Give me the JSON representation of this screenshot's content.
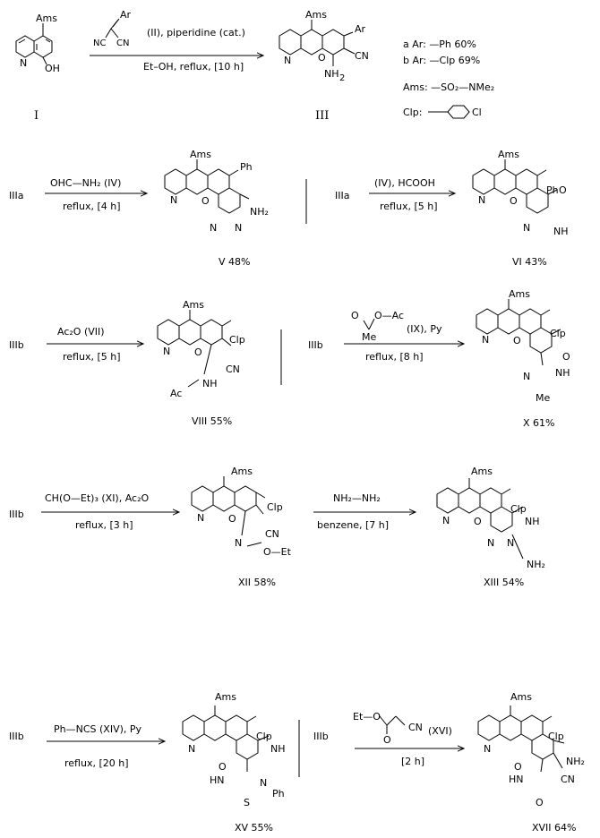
{
  "top": {
    "start_label": "I",
    "start_sub": "OH",
    "ams": "Ams",
    "reagent_ar": "Ar",
    "reagent_nc1": "NC",
    "reagent_nc2": "CN",
    "cond1": "(II), piperidine (cat.)",
    "cond2": "Et–OH, reflux,  [10 h]",
    "prod_label": "III",
    "prod_ar": "Ar",
    "prod_cn": "CN",
    "prod_nh2": "NH",
    "prod_nh2_sub": "2",
    "legend_a": "a Ar:  —Ph    60%",
    "legend_b": "b Ar:  —Clp   69%",
    "legend_ams": "Ams:  —SO₂—NMe₂",
    "legend_clp": "Clp:",
    "legend_cl": "Cl"
  },
  "r2": {
    "left_start": "IIIa",
    "left_cond1": "OHC—NH₂     (IV)",
    "left_cond2": "reflux,  [4 h]",
    "left_ph": "Ph",
    "left_nh2": "NH₂",
    "left_label": "V 48%",
    "right_start": "IIIa",
    "right_cond1": "(IV), HCOOH",
    "right_cond2": "reflux,  [5 h]",
    "right_ph": "Ph",
    "right_o": "O",
    "right_nh": "NH",
    "right_label": "VI 43%"
  },
  "r3": {
    "left_start": "IIIb",
    "left_cond1": "Ac₂O    (VII)",
    "left_cond2": "reflux,  [5 h]",
    "left_clp": "Clp",
    "left_cn": "CN",
    "left_nh": "NH",
    "left_ac": "Ac",
    "left_label": "VIII 55%",
    "right_start": "IIIb",
    "right_reag_o": "O",
    "right_reag_oac": "O—Ac",
    "right_reag_me": "Me",
    "right_cond1": "(IX), Py",
    "right_cond2": "reflux,  [8 h]",
    "right_clp": "Clp",
    "right_o": "O",
    "right_nh": "NH",
    "right_me": "Me",
    "right_label": "X 61%"
  },
  "r4": {
    "left_start": "IIIb",
    "left_cond1": "CH(O—Et)₃   (XI), Ac₂O",
    "left_cond2": "reflux,  [3 h]",
    "left_clp": "Clp",
    "left_cn": "CN",
    "left_oet": "O—Et",
    "left_label": "XII 58%",
    "right_cond1": "NH₂—NH₂",
    "right_cond2": "benzene,  [7 h]",
    "right_clp": "Clp",
    "right_nh": "NH",
    "right_nnh2": "NH₂",
    "right_label": "XIII 54%"
  },
  "r5": {
    "left_start": "IIIb",
    "left_cond1": "Ph—NCS   (XIV), Py",
    "left_cond2": "reflux,  [20 h]",
    "left_clp": "Clp",
    "left_nh": "NH",
    "left_hn": "HN",
    "left_s": "S",
    "left_ph": "Ph",
    "left_label": "XV 55%",
    "right_start": "IIIb",
    "right_reag_et": "Et—O",
    "right_reag_cn": "CN",
    "right_reag_o": "O",
    "right_cond1": "(XVI)",
    "right_cond2": "[2 h]",
    "right_clp": "Clp",
    "right_nh2": "NH₂",
    "right_hn": "HN",
    "right_cn": "CN",
    "right_o": "O",
    "right_label": "XVII 64%"
  },
  "shared": {
    "ams": "Ams",
    "n": "N",
    "o": "O"
  }
}
